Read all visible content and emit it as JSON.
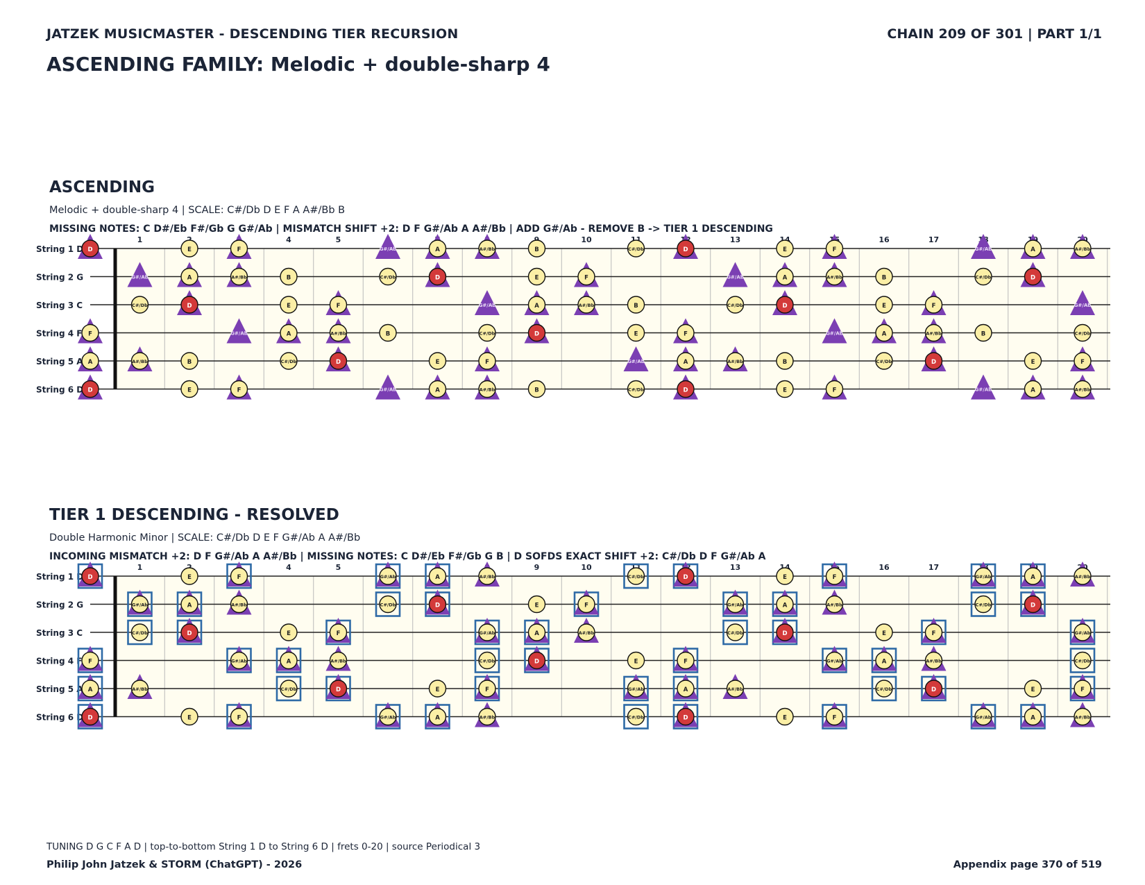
{
  "header": {
    "left": "JATZEK MUSICMASTER - DESCENDING TIER RECURSION",
    "right": "CHAIN 209 OF 301  |  PART 1/1",
    "title": "ASCENDING FAMILY: Melodic + double-sharp 4"
  },
  "colors": {
    "text": "#1b2436",
    "board_bg": "#fffdf0",
    "note_fill": "#fbefa6",
    "root_fill": "#d33a3a",
    "triangle": "#7b3fb3",
    "box": "#2e6aa6"
  },
  "strings": [
    "String 1 D",
    "String 2 G",
    "String 3 C",
    "String 4 F",
    "String 5 A",
    "String 6 D"
  ],
  "frets": [
    "0",
    "1",
    "2",
    "3",
    "4",
    "5",
    "6",
    "7",
    "8",
    "9",
    "10",
    "11",
    "12",
    "13",
    "14",
    "15",
    "16",
    "17",
    "18",
    "19",
    "20"
  ],
  "sections": [
    {
      "id": "ascending",
      "title": "ASCENDING",
      "subtitle": "Melodic + double-sharp 4  |  SCALE: C#/Db D E F A A#/Bb B",
      "info": "MISSING NOTES: C D#/Eb F#/Gb G G#/Ab  |  MISMATCH SHIFT +2: D F G#/Ab A A#/Bb  |  ADD G#/Ab - REMOVE B -> TIER 1 DESCENDING",
      "notes": [
        [
          "D",
          "",
          "E",
          "F",
          "",
          "",
          "",
          "A",
          "A#/Bb",
          "B",
          "",
          "C#/Db",
          "D",
          "",
          "E",
          "F",
          "",
          "",
          "",
          "A",
          "A#/Bb"
        ],
        [
          "",
          "",
          "A",
          "A#/Bb",
          "B",
          "",
          "C#/Db",
          "D",
          "",
          "E",
          "F",
          "",
          "",
          "",
          "A",
          "A#/Bb",
          "B",
          "",
          "C#/Db",
          "D",
          ""
        ],
        [
          "",
          "C#/Db",
          "D",
          "",
          "E",
          "F",
          "",
          "",
          "",
          "A",
          "A#/Bb",
          "B",
          "",
          "C#/Db",
          "D",
          "",
          "E",
          "F",
          "",
          "",
          ""
        ],
        [
          "F",
          "",
          "",
          "",
          "A",
          "A#/Bb",
          "B",
          "",
          "C#/Db",
          "D",
          "",
          "E",
          "F",
          "",
          "",
          "",
          "A",
          "A#/Bb",
          "B",
          "",
          "C#/Db"
        ],
        [
          "A",
          "A#/Bb",
          "B",
          "",
          "C#/Db",
          "D",
          "",
          "E",
          "F",
          "",
          "",
          "",
          "A",
          "A#/Bb",
          "B",
          "",
          "C#/Db",
          "D",
          "",
          "E",
          "F"
        ],
        [
          "D",
          "",
          "E",
          "F",
          "",
          "",
          "",
          "A",
          "A#/Bb",
          "B",
          "",
          "C#/Db",
          "D",
          "",
          "E",
          "F",
          "",
          "",
          "",
          "A",
          "A#/Bb"
        ]
      ],
      "triangles": [
        [
          "D",
          "",
          "",
          "F",
          "",
          "",
          "G#/Ab",
          "A",
          "A#/Bb",
          "",
          "",
          "",
          "D",
          "",
          "",
          "F",
          "",
          "",
          "G#/Ab",
          "A",
          "A#/Bb"
        ],
        [
          "",
          "G#/Ab",
          "A",
          "A#/Bb",
          "",
          "",
          "",
          "D",
          "",
          "",
          "F",
          "",
          "",
          "G#/Ab",
          "A",
          "A#/Bb",
          "",
          "",
          "",
          "D",
          ""
        ],
        [
          "",
          "",
          "D",
          "",
          "",
          "F",
          "",
          "",
          "G#/Ab",
          "A",
          "A#/Bb",
          "",
          "",
          "",
          "D",
          "",
          "",
          "F",
          "",
          "",
          "G#/Ab"
        ],
        [
          "F",
          "",
          "",
          "G#/Ab",
          "A",
          "A#/Bb",
          "",
          "",
          "",
          "D",
          "",
          "",
          "F",
          "",
          "",
          "G#/Ab",
          "A",
          "A#/Bb",
          "",
          "",
          ""
        ],
        [
          "A",
          "A#/Bb",
          "",
          "",
          "",
          "D",
          "",
          "",
          "F",
          "",
          "",
          "G#/Ab",
          "A",
          "A#/Bb",
          "",
          "",
          "",
          "D",
          "",
          "",
          "F"
        ],
        [
          "D",
          "",
          "",
          "F",
          "",
          "",
          "G#/Ab",
          "A",
          "A#/Bb",
          "",
          "",
          "",
          "D",
          "",
          "",
          "F",
          "",
          "",
          "G#/Ab",
          "A",
          "A#/Bb"
        ]
      ],
      "boxes": [
        [
          0,
          0,
          0,
          0,
          0,
          0,
          0,
          0,
          0,
          0,
          0,
          0,
          0,
          0,
          0,
          0,
          0,
          0,
          0,
          0,
          0
        ],
        [
          0,
          0,
          0,
          0,
          0,
          0,
          0,
          0,
          0,
          0,
          0,
          0,
          0,
          0,
          0,
          0,
          0,
          0,
          0,
          0,
          0
        ],
        [
          0,
          0,
          0,
          0,
          0,
          0,
          0,
          0,
          0,
          0,
          0,
          0,
          0,
          0,
          0,
          0,
          0,
          0,
          0,
          0,
          0
        ],
        [
          0,
          0,
          0,
          0,
          0,
          0,
          0,
          0,
          0,
          0,
          0,
          0,
          0,
          0,
          0,
          0,
          0,
          0,
          0,
          0,
          0
        ],
        [
          0,
          0,
          0,
          0,
          0,
          0,
          0,
          0,
          0,
          0,
          0,
          0,
          0,
          0,
          0,
          0,
          0,
          0,
          0,
          0,
          0
        ],
        [
          0,
          0,
          0,
          0,
          0,
          0,
          0,
          0,
          0,
          0,
          0,
          0,
          0,
          0,
          0,
          0,
          0,
          0,
          0,
          0,
          0
        ]
      ]
    },
    {
      "id": "tier1",
      "title": "TIER 1 DESCENDING - RESOLVED",
      "subtitle": "Double Harmonic Minor  |  SCALE: C#/Db D E F G#/Ab A A#/Bb",
      "info": "INCOMING MISMATCH +2: D F G#/Ab A A#/Bb  |  MISSING NOTES: C D#/Eb F#/Gb G B  |  D SOFDS EXACT SHIFT +2: C#/Db D F G#/Ab A",
      "notes": [
        [
          "D",
          "",
          "E",
          "F",
          "",
          "",
          "G#/Ab",
          "A",
          "A#/Bb",
          "",
          "",
          "C#/Db",
          "D",
          "",
          "E",
          "F",
          "",
          "",
          "G#/Ab",
          "A",
          "A#/Bb"
        ],
        [
          "",
          "G#/Ab",
          "A",
          "A#/Bb",
          "",
          "",
          "C#/Db",
          "D",
          "",
          "E",
          "F",
          "",
          "",
          "G#/Ab",
          "A",
          "A#/Bb",
          "",
          "",
          "C#/Db",
          "D",
          ""
        ],
        [
          "",
          "C#/Db",
          "D",
          "",
          "E",
          "F",
          "",
          "",
          "G#/Ab",
          "A",
          "A#/Bb",
          "",
          "",
          "C#/Db",
          "D",
          "",
          "E",
          "F",
          "",
          "",
          "G#/Ab"
        ],
        [
          "F",
          "",
          "",
          "G#/Ab",
          "A",
          "A#/Bb",
          "",
          "",
          "C#/Db",
          "D",
          "",
          "E",
          "F",
          "",
          "",
          "G#/Ab",
          "A",
          "A#/Bb",
          "",
          "",
          "C#/Db"
        ],
        [
          "A",
          "A#/Bb",
          "",
          "",
          "C#/Db",
          "D",
          "",
          "E",
          "F",
          "",
          "",
          "G#/Ab",
          "A",
          "A#/Bb",
          "",
          "",
          "C#/Db",
          "D",
          "",
          "E",
          "F"
        ],
        [
          "D",
          "",
          "E",
          "F",
          "",
          "",
          "G#/Ab",
          "A",
          "A#/Bb",
          "",
          "",
          "C#/Db",
          "D",
          "",
          "E",
          "F",
          "",
          "",
          "G#/Ab",
          "A",
          "A#/Bb"
        ]
      ],
      "triangles": [
        [
          "D",
          "",
          "",
          "F",
          "",
          "",
          "G#/Ab",
          "A",
          "A#/Bb",
          "",
          "",
          "",
          "D",
          "",
          "",
          "F",
          "",
          "",
          "G#/Ab",
          "A",
          "A#/Bb"
        ],
        [
          "",
          "G#/Ab",
          "A",
          "A#/Bb",
          "",
          "",
          "",
          "D",
          "",
          "",
          "F",
          "",
          "",
          "G#/Ab",
          "A",
          "A#/Bb",
          "",
          "",
          "",
          "D",
          ""
        ],
        [
          "",
          "",
          "D",
          "",
          "",
          "F",
          "",
          "",
          "G#/Ab",
          "A",
          "A#/Bb",
          "",
          "",
          "",
          "D",
          "",
          "",
          "F",
          "",
          "",
          "G#/Ab"
        ],
        [
          "F",
          "",
          "",
          "G#/Ab",
          "A",
          "A#/Bb",
          "",
          "",
          "",
          "D",
          "",
          "",
          "F",
          "",
          "",
          "G#/Ab",
          "A",
          "A#/Bb",
          "",
          "",
          ""
        ],
        [
          "A",
          "A#/Bb",
          "",
          "",
          "",
          "D",
          "",
          "",
          "F",
          "",
          "",
          "G#/Ab",
          "A",
          "A#/Bb",
          "",
          "",
          "",
          "D",
          "",
          "",
          "F"
        ],
        [
          "D",
          "",
          "",
          "F",
          "",
          "",
          "G#/Ab",
          "A",
          "A#/Bb",
          "",
          "",
          "",
          "D",
          "",
          "",
          "F",
          "",
          "",
          "G#/Ab",
          "A",
          "A#/Bb"
        ]
      ],
      "boxes": [
        [
          1,
          0,
          0,
          1,
          0,
          0,
          1,
          1,
          0,
          0,
          0,
          1,
          1,
          0,
          0,
          1,
          0,
          0,
          1,
          1,
          0
        ],
        [
          0,
          1,
          1,
          0,
          0,
          0,
          1,
          1,
          0,
          0,
          1,
          0,
          0,
          1,
          1,
          0,
          0,
          0,
          1,
          1,
          0
        ],
        [
          0,
          1,
          1,
          0,
          0,
          1,
          0,
          0,
          1,
          1,
          0,
          0,
          0,
          1,
          1,
          0,
          0,
          1,
          0,
          0,
          1
        ],
        [
          1,
          0,
          0,
          1,
          1,
          0,
          0,
          0,
          1,
          1,
          0,
          0,
          1,
          0,
          0,
          1,
          1,
          0,
          0,
          0,
          1
        ],
        [
          1,
          0,
          0,
          0,
          1,
          1,
          0,
          0,
          1,
          0,
          0,
          1,
          1,
          0,
          0,
          0,
          1,
          1,
          0,
          0,
          1
        ],
        [
          1,
          0,
          0,
          1,
          0,
          0,
          1,
          1,
          0,
          0,
          0,
          1,
          1,
          0,
          0,
          1,
          0,
          0,
          1,
          1,
          0
        ]
      ]
    }
  ],
  "footer": {
    "note": "TUNING D G C F A D | top-to-bottom String 1 D to String 6 D | frets 0-20 | source Periodical 3",
    "left": "Philip John Jatzek & STORM (ChatGPT) - 2026",
    "right": "Appendix page 370 of 519"
  }
}
